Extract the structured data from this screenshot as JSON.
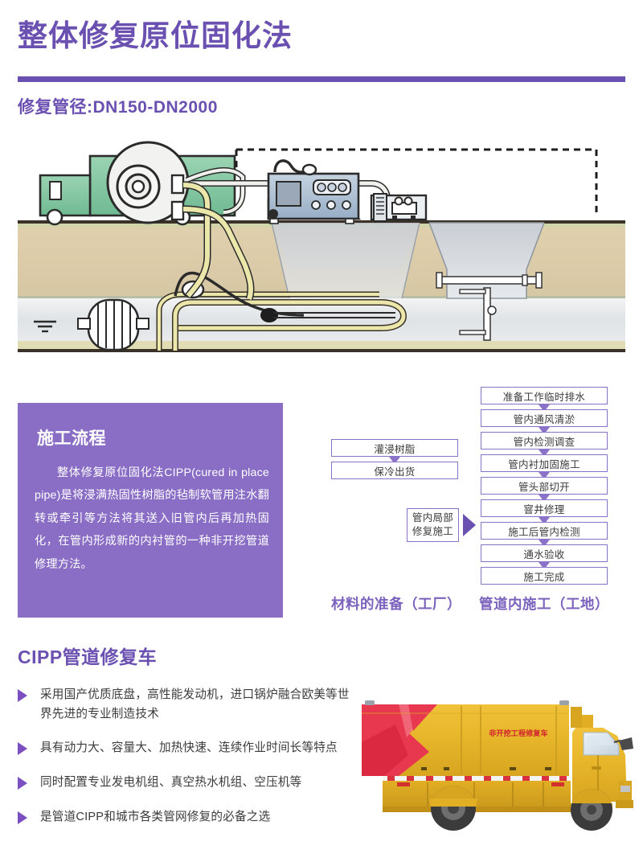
{
  "header": {
    "title": "整体修复原位固化法",
    "subtitle": "修复管径:DN150-DN2000",
    "accent_color": "#6a50b0"
  },
  "illustration": {
    "name": "cipp-inversion-site-cross-section-diagram",
    "elements": [
      "truck-with-reel",
      "control-unit-console",
      "generator-unit",
      "ground-cross-section",
      "excavation-pit",
      "liner-hose-in-pipe",
      "manhole-chamber",
      "existing-pipe"
    ],
    "colors": {
      "truck_green": "#7fc49b",
      "console_blue": "#9fb6cf",
      "soil_tan": "#d9c6a2",
      "hose_yellow": "#e8e2a0",
      "pipe_grey": "#d8dde2"
    }
  },
  "panel": {
    "heading": "施工流程",
    "body": "整体修复原位固化法CIPP(cured in place　pipe)是将浸满热固性树脂的毡制软管用注水翻转或牵引等方法将其送入旧管内后再加热固化，在管内形成新的内衬管的一种非开挖管道修理方法。",
    "background_color": "#8a6dc4"
  },
  "flowchart": {
    "border_color": "#8a72c8",
    "left_column": {
      "label": "材料的准备（工厂）",
      "steps": [
        "灌浸树脂",
        "保冷出货"
      ]
    },
    "transfer": {
      "label_line1": "管内局部",
      "label_line2": "修复施工"
    },
    "right_column": {
      "label": "管道内施工（工地）",
      "steps": [
        "准备工作临时排水",
        "管内通风清淤",
        "管内检测调查",
        "管内衬加固施工",
        "管头部切开",
        "窨井修理",
        "施工后管内检测",
        "通水验收",
        "施工完成"
      ]
    }
  },
  "bottom": {
    "section_title": "CIPP管道修复车",
    "bullets": [
      "采用国产优质底盘，高性能发动机，进口锅炉融合欧美等世界先进的专业制造技术",
      "具有动力大、容量大、加热快速、连续作业时间长等特点",
      "同时配置专业发电机组、真空热水机组、空压机等",
      "是管道CIPP和城市各类管网修复的必备之选"
    ],
    "truck": {
      "name": "cipp-repair-truck-photo",
      "body_text": "非开挖工程修复车",
      "body_color": "#e8b62a",
      "graphic_color": "#e8384f"
    }
  }
}
